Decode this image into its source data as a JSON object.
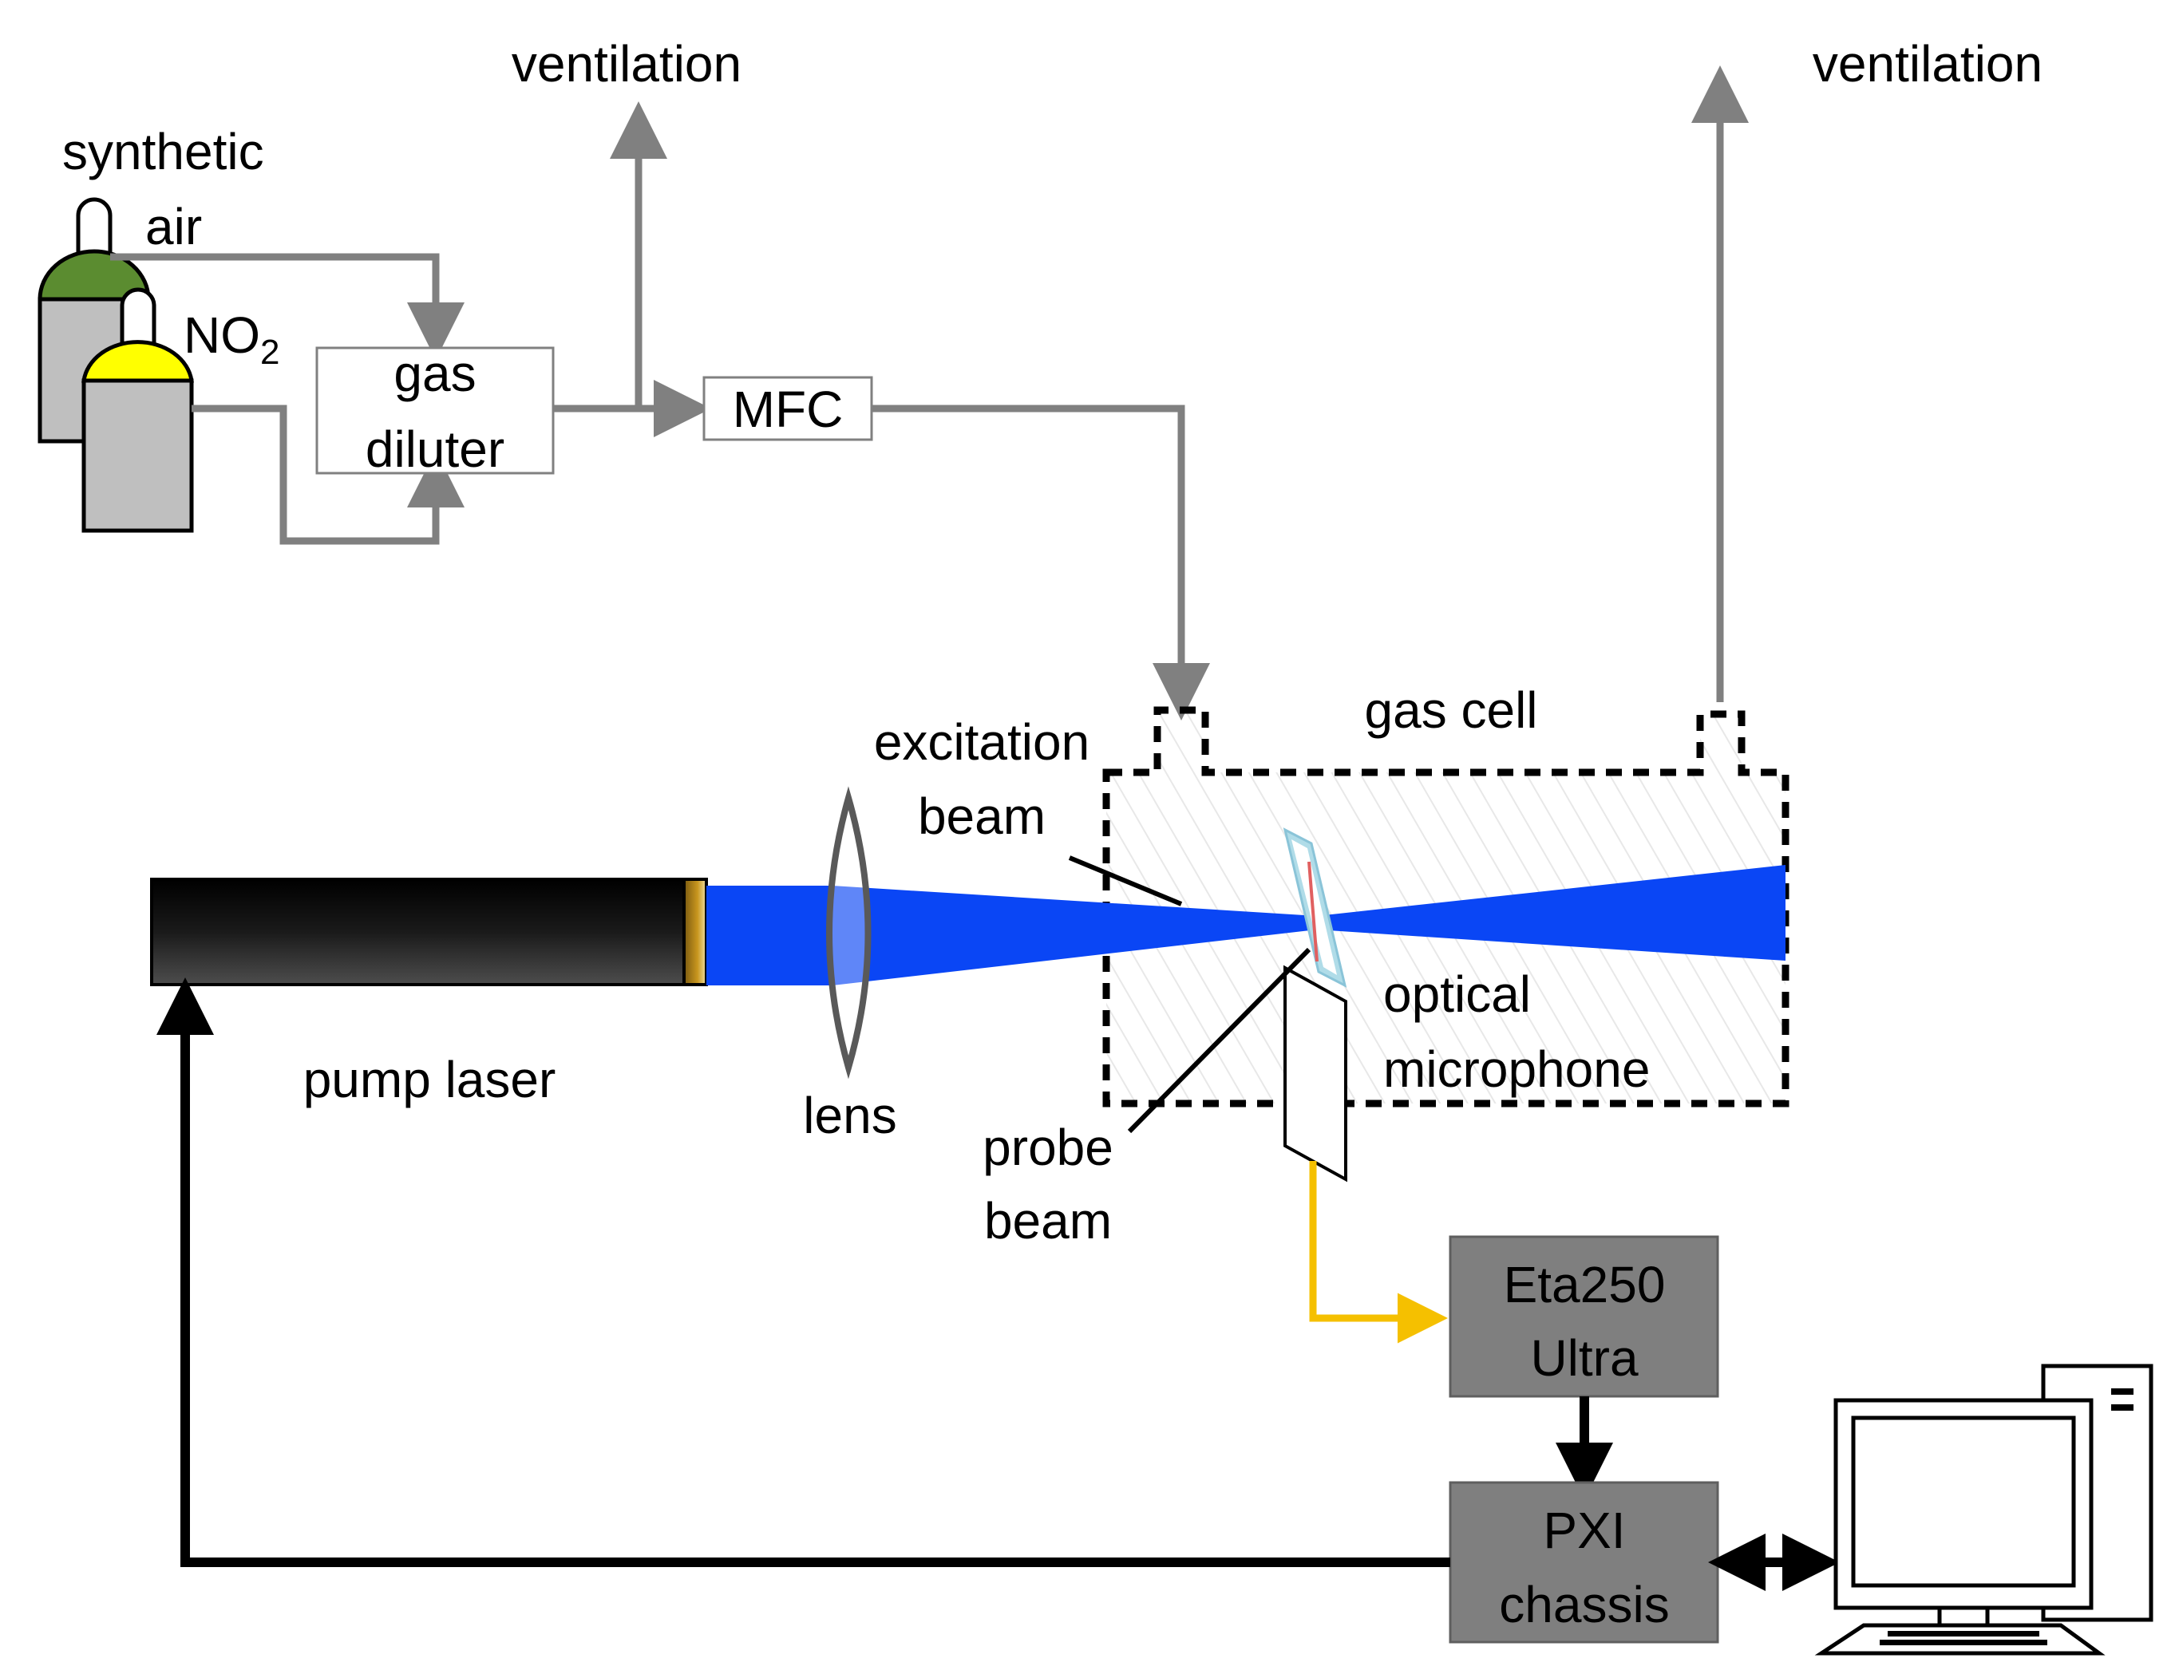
{
  "labels": {
    "ventilation_left": "ventilation",
    "ventilation_right": "ventilation",
    "synthetic": "synthetic",
    "air": "air",
    "no2_main": "NO",
    "no2_sub": "2",
    "gas": "gas",
    "diluter": "diluter",
    "mfc": "MFC",
    "excitation": "excitation",
    "excitation_beam": "beam",
    "gas_cell": "gas cell",
    "optical": "optical",
    "microphone": "microphone",
    "pump_laser": "pump laser",
    "lens": "lens",
    "probe": "probe",
    "probe_beam": "beam",
    "eta_line1": "Eta250",
    "eta_line2": "Ultra",
    "pxi_line1": "PXI",
    "pxi_line2": "chassis"
  },
  "colors": {
    "gas_line": "#808080",
    "beam": "#0a46f5",
    "fiber": "#f5c000",
    "signal": "#000000",
    "box_fill": "#7f7f7f",
    "cylinder_air": "#5b8c30",
    "cylinder_no2": "#ffff00",
    "cylinder_body": "#bfbfbf"
  },
  "icons": {
    "computer": "computer-icon",
    "cylinder": "gas-cylinder-icon"
  }
}
